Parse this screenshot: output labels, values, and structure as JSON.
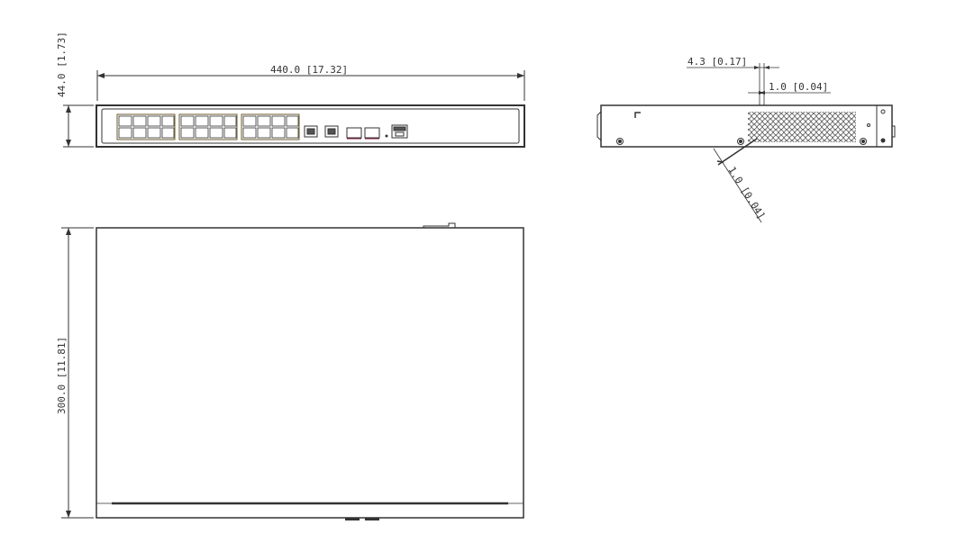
{
  "drawing": {
    "views": [
      "front-view",
      "side-view",
      "top-view"
    ],
    "front": {
      "width_label": "440.0 [17.32]",
      "height_label": "44.0 [1.73]",
      "rj45_groups": 3,
      "ports_per_group": 8,
      "uplink_rj45": 2,
      "sfp_ports": 2,
      "console_ports": 1
    },
    "side": {
      "dim_a_label": "4.3 [0.17]",
      "dim_b_label": "1.0 [0.04]",
      "dim_c_label": "1.0 [0.04]"
    },
    "top": {
      "depth_label": "300.0 [11.81]"
    },
    "colors": {
      "line": "#333333",
      "port_accent": "#b8860b",
      "sfp_accent": "#8b1a3a"
    }
  }
}
